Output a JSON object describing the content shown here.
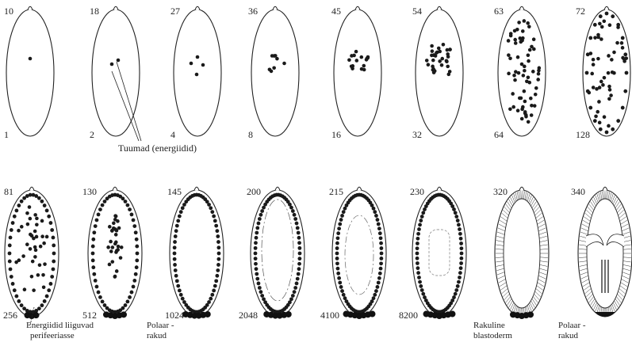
{
  "figure": {
    "panels": [
      {
        "time": "10",
        "count": "1"
      },
      {
        "time": "18",
        "count": "2"
      },
      {
        "time": "27",
        "count": "4"
      },
      {
        "time": "36",
        "count": "8"
      },
      {
        "time": "45",
        "count": "16"
      },
      {
        "time": "54",
        "count": "32"
      },
      {
        "time": "63",
        "count": "64"
      },
      {
        "time": "72",
        "count": "128"
      },
      {
        "time": "81",
        "count": "256"
      },
      {
        "time": "130",
        "count": "512"
      },
      {
        "time": "145",
        "count": "1024"
      },
      {
        "time": "200",
        "count": "2048"
      },
      {
        "time": "215",
        "count": "4100"
      },
      {
        "time": "230",
        "count": "8200"
      },
      {
        "time": "320",
        "count": ""
      },
      {
        "time": "340",
        "count": ""
      }
    ],
    "annotations": {
      "nuclei": "Tuumad (energiidid)",
      "periphery": [
        "Energiidid liiguvad",
        "perifeeriasse"
      ],
      "pole_cells_1": [
        "Polaar -",
        "rakud"
      ],
      "blastoderm": [
        "Rakuline",
        "blastoderm"
      ],
      "pole_cells_2": [
        "Polaar -",
        "rakud"
      ]
    }
  }
}
